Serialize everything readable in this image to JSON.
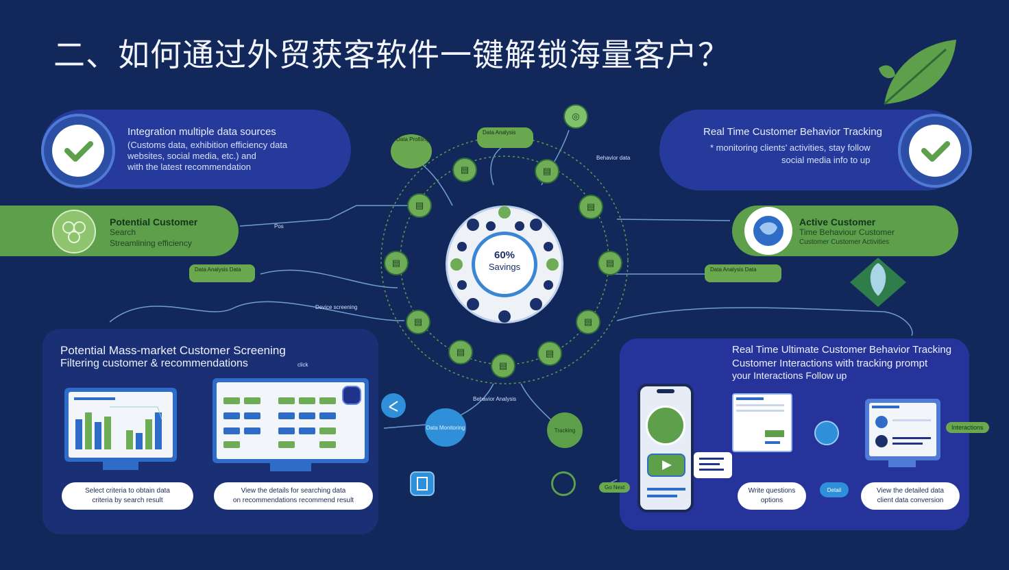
{
  "title": "二、如何通过外贸获客软件一键解锁海量客户？",
  "top_left": {
    "line1": "Integration multiple data sources",
    "line2": "(Customs data, exhibition efficiency data",
    "line3": "websites, social media, etc.) and",
    "line4": "with the latest recommendation"
  },
  "top_right": {
    "line1": "Real Time Customer Behavior Tracking",
    "line2": "* monitoring clients' activities, stay follow",
    "line3": "social media info to up"
  },
  "left_green": {
    "line1": "Potential Customer",
    "line2": "Search",
    "line3": "Streamlining efficiency"
  },
  "right_green": {
    "line1": "Active Customer",
    "line2": "Time Behaviour Customer",
    "line3": "Customer Customer Activities"
  },
  "center": {
    "value": "60%",
    "label": "Savings"
  },
  "bottom_left": {
    "line1": "Potential Mass-market Customer Screening",
    "line2": "Filtering customer & recommendations",
    "aux": "click",
    "cap1_line1": "Select criteria to obtain data",
    "cap1_line2": "criteria by search result",
    "cap2_line1": "View the details for searching data",
    "cap2_line2": "on recommendations recommend result"
  },
  "bottom_right": {
    "line1": "Real Time Ultimate Customer Behavior Tracking",
    "line2": "Customer Interactions with tracking prompt",
    "line3": "your Interactions Follow up",
    "cap1_line1": "Write questions",
    "cap1_line2": "options",
    "cap2_line1": "View the detailed data",
    "cap2_line2": "client data conversion",
    "side_tag": "Interactions",
    "small_tag": "Detail",
    "send_tag": "Go Next"
  },
  "small_labels": {
    "pos1": "Pos",
    "tag_top1": "Data Analysis",
    "tag_top2": "Data Profiling",
    "tag_left": "Data Analysis Data",
    "tag_right": "Data Analysis Data",
    "note_mid_left": "Device screening",
    "note_bottom": "Behavior Analysis",
    "bubble_bottom": "Data Monitoring",
    "bubble_green": "Tracking",
    "note_top_right": "Behavior data"
  },
  "colors": {
    "background": "#13285a",
    "panel": "#253a9a",
    "green": "#5d9f4b",
    "accent_blue": "#2e6cc8"
  }
}
